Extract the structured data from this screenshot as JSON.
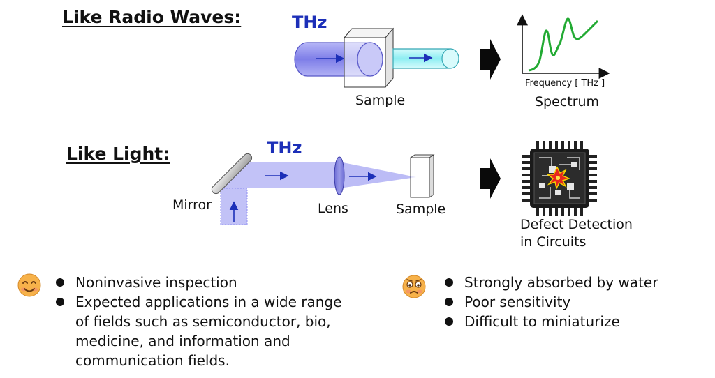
{
  "radio_section": {
    "heading": "Like Radio Waves:",
    "thz_label": "THz",
    "sample_label": "Sample",
    "axis_label": "Frequency [ THz ]",
    "spectrum_label": "Spectrum",
    "spectrum_color": "#22aa33"
  },
  "light_section": {
    "heading": "Like Light:",
    "thz_label": "THz",
    "mirror_label": "Mirror",
    "lens_label": "Lens",
    "sample_label": "Sample",
    "result_line1": "Defect Detection",
    "result_line2": "in Circuits"
  },
  "pros": {
    "icon": "smiling-face-icon",
    "items": [
      "Noninvasive inspection",
      "Expected applications in a wide range",
      "of fields such as semiconductor, bio,",
      "medicine, and information and",
      "communication fields."
    ]
  },
  "cons": {
    "icon": "worried-face-icon",
    "items": [
      "Strongly absorbed by water",
      "Poor sensitivity",
      "Difficult to miniaturize"
    ]
  },
  "colors": {
    "beam_blue": "#8f8ff0",
    "beam_cyan": "#9ff1f3",
    "arrow_blue": "#1c2fb8",
    "emoji_face": "#f7b24a"
  }
}
